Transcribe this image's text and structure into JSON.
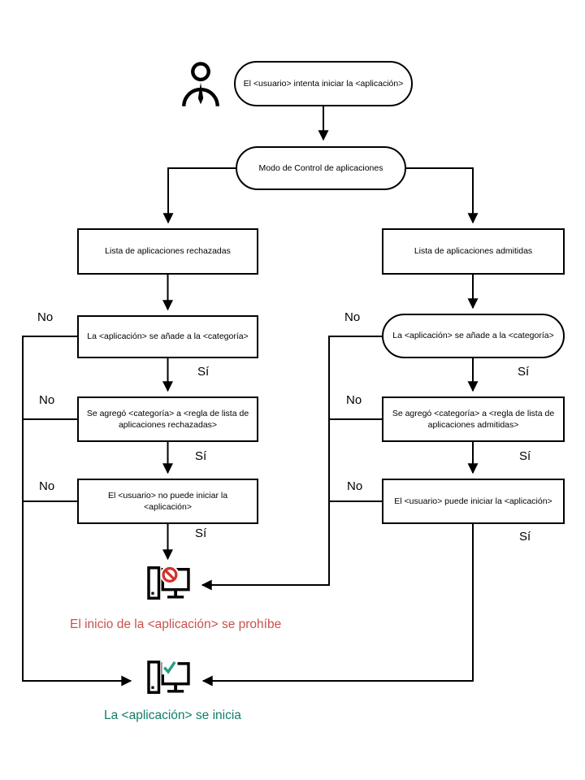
{
  "diagram": {
    "type": "flowchart",
    "language": "es",
    "nodes": {
      "start": {
        "label": "El <usuario> intenta iniciar la <aplicación>",
        "shape": "pill"
      },
      "mode": {
        "label": "Modo de Control de aplicaciones",
        "shape": "pill"
      },
      "denylist_branch": {
        "list": "Lista de aplicaciones rechazadas",
        "category": "La <aplicación> se añade a la <categoría>",
        "rule": "Se agregó <categoría> a <regla de lista de aplicaciones rechazadas>",
        "verdict": "El <usuario> no puede iniciar la <aplicación>"
      },
      "allowlist_branch": {
        "list": "Lista de aplicaciones admitidas",
        "category": "La <aplicación> se añade a la <categoría>",
        "rule": "Se agregó <categoría> a <regla de lista de aplicaciones admitidas>",
        "verdict": "El <usuario> puede iniciar la <aplicación>"
      }
    },
    "labels": {
      "yes": "Sí",
      "no": "No"
    },
    "outcomes": {
      "blocked": {
        "text": "El inicio de la <aplicación> se prohíbe",
        "color": "#c9514c"
      },
      "started": {
        "text": "La <aplicación> se inicia",
        "color": "#0e7e6b"
      }
    },
    "icon_colors": {
      "prohibition": "#d2312d",
      "check": "#21a183",
      "line": "#000000"
    },
    "icons": [
      "user-icon",
      "blocked-computer-icon",
      "prohibition-icon",
      "started-computer-icon",
      "checkmark-icon"
    ]
  }
}
